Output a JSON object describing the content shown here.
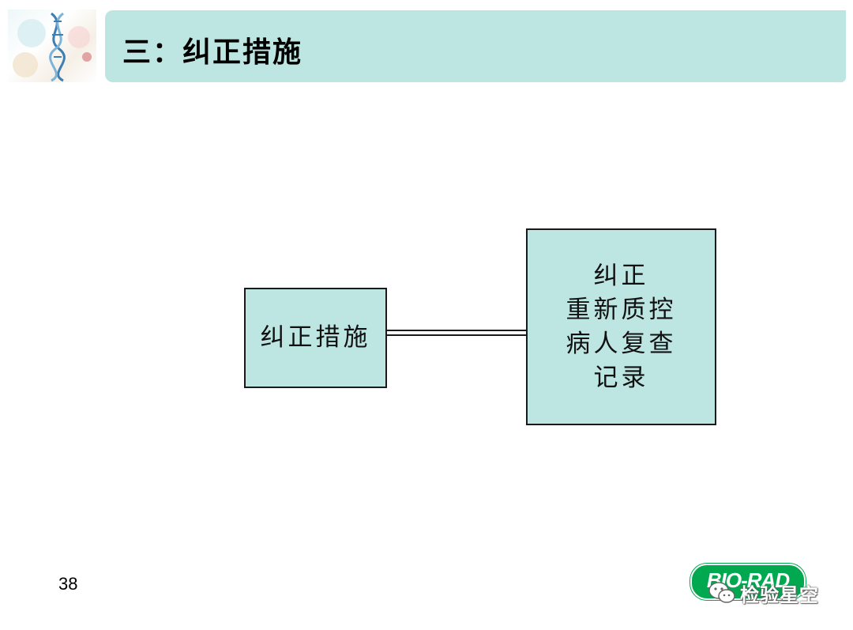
{
  "slide": {
    "title": "三：纠正措施",
    "page_number": "38"
  },
  "diagram": {
    "left_box": {
      "label": "纠正措施"
    },
    "right_box": {
      "lines": [
        "纠正",
        "重新质控",
        "病人复查",
        "记录"
      ]
    }
  },
  "branding": {
    "logo_text": "BIO-RAD",
    "watermark_text": "检验星空"
  },
  "colors": {
    "title_bar": "#bde6e3",
    "box_fill": "#bde6e3",
    "logo_green": "#00a84f"
  }
}
